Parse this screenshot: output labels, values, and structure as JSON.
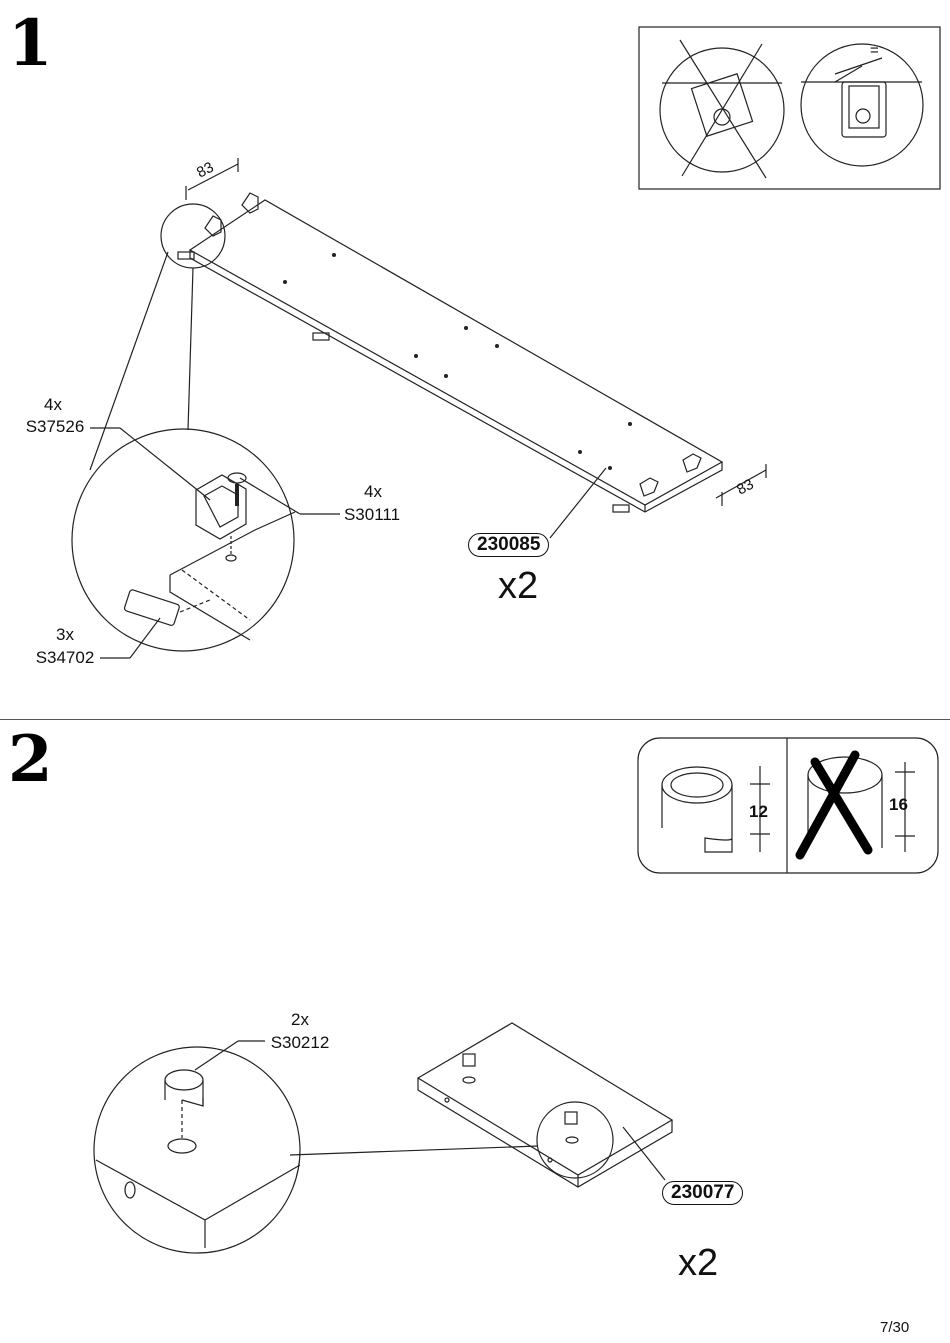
{
  "steps": [
    {
      "number": "1",
      "dimension_top": "83",
      "dimension_right": "83",
      "parts": [
        {
          "qty": "4x",
          "code": "S37526"
        },
        {
          "qty": "4x",
          "code": "S30111"
        },
        {
          "qty": "3x",
          "code": "S34702"
        }
      ],
      "panel_code": "230085",
      "panel_qty": "x2",
      "detail_mark": "="
    },
    {
      "number": "2",
      "cam_ok_height": "12",
      "cam_wrong_height": "16",
      "parts": [
        {
          "qty": "2x",
          "code": "S30212"
        }
      ],
      "panel_code": "230077",
      "panel_qty": "x2"
    }
  ],
  "page_number": "7/30"
}
